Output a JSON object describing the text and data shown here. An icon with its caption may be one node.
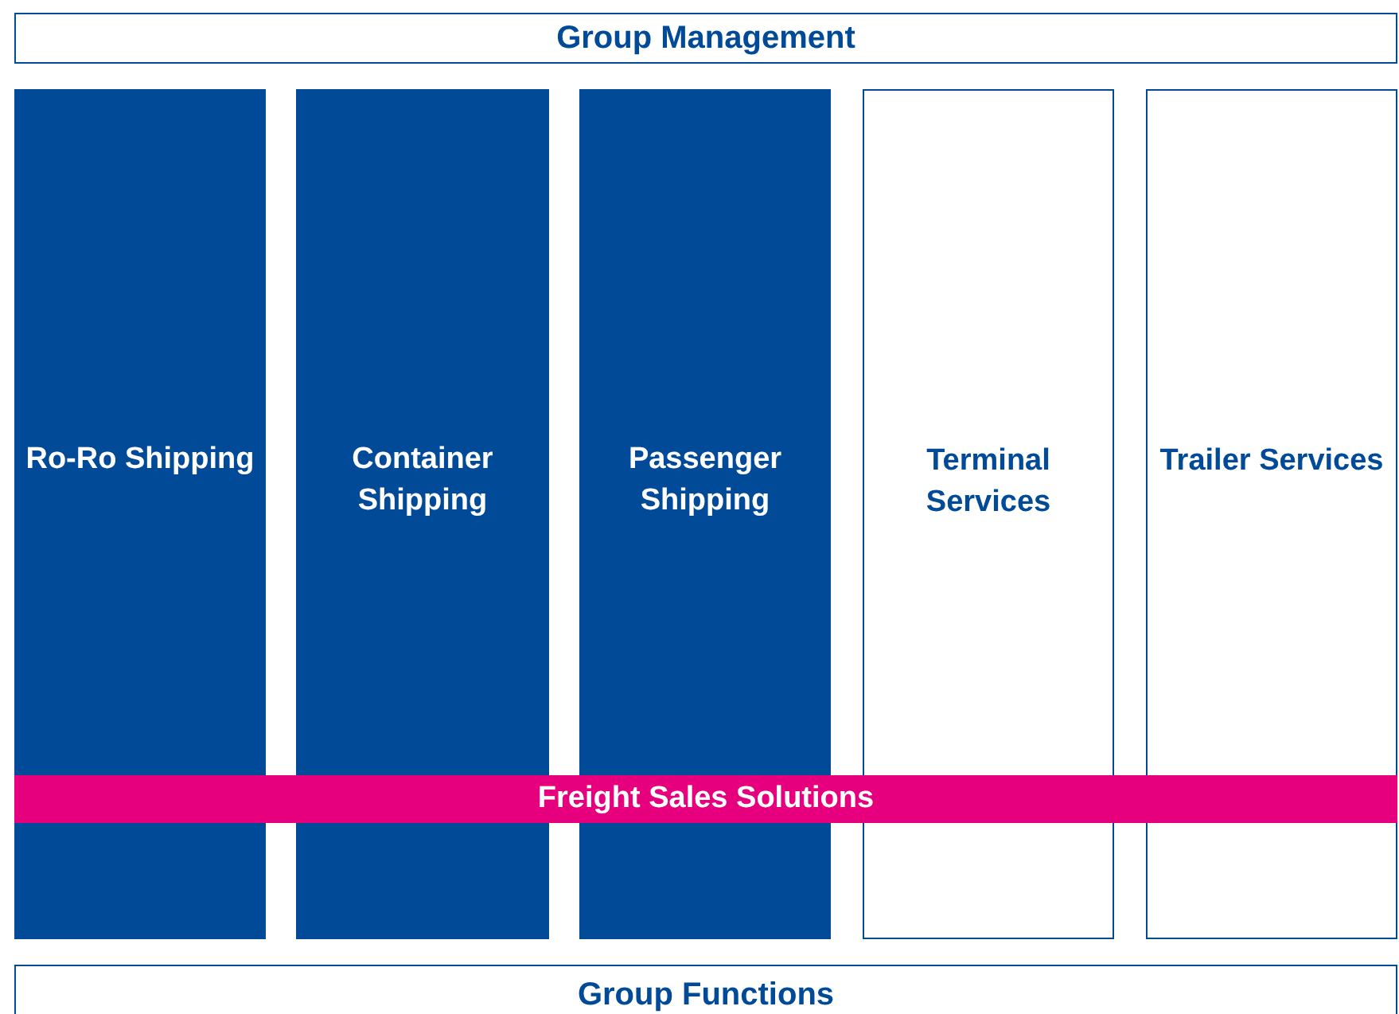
{
  "diagram": {
    "nodes": [
      {
        "text": [
          "Group Management"
        ]
      },
      {
        "text": [
          "Ro-Ro Shipping"
        ]
      },
      {
        "text": [
          "Container Shipping"
        ]
      },
      {
        "text": [
          "Passenger Shipping"
        ]
      },
      {
        "text": [
          "Terminal Services"
        ]
      },
      {
        "text": [
          "Trailer Services"
        ]
      },
      {
        "text": [
          "Freight Sales Solutions"
        ]
      },
      {
        "text": [
          "Group Functions"
        ]
      }
    ]
  }
}
